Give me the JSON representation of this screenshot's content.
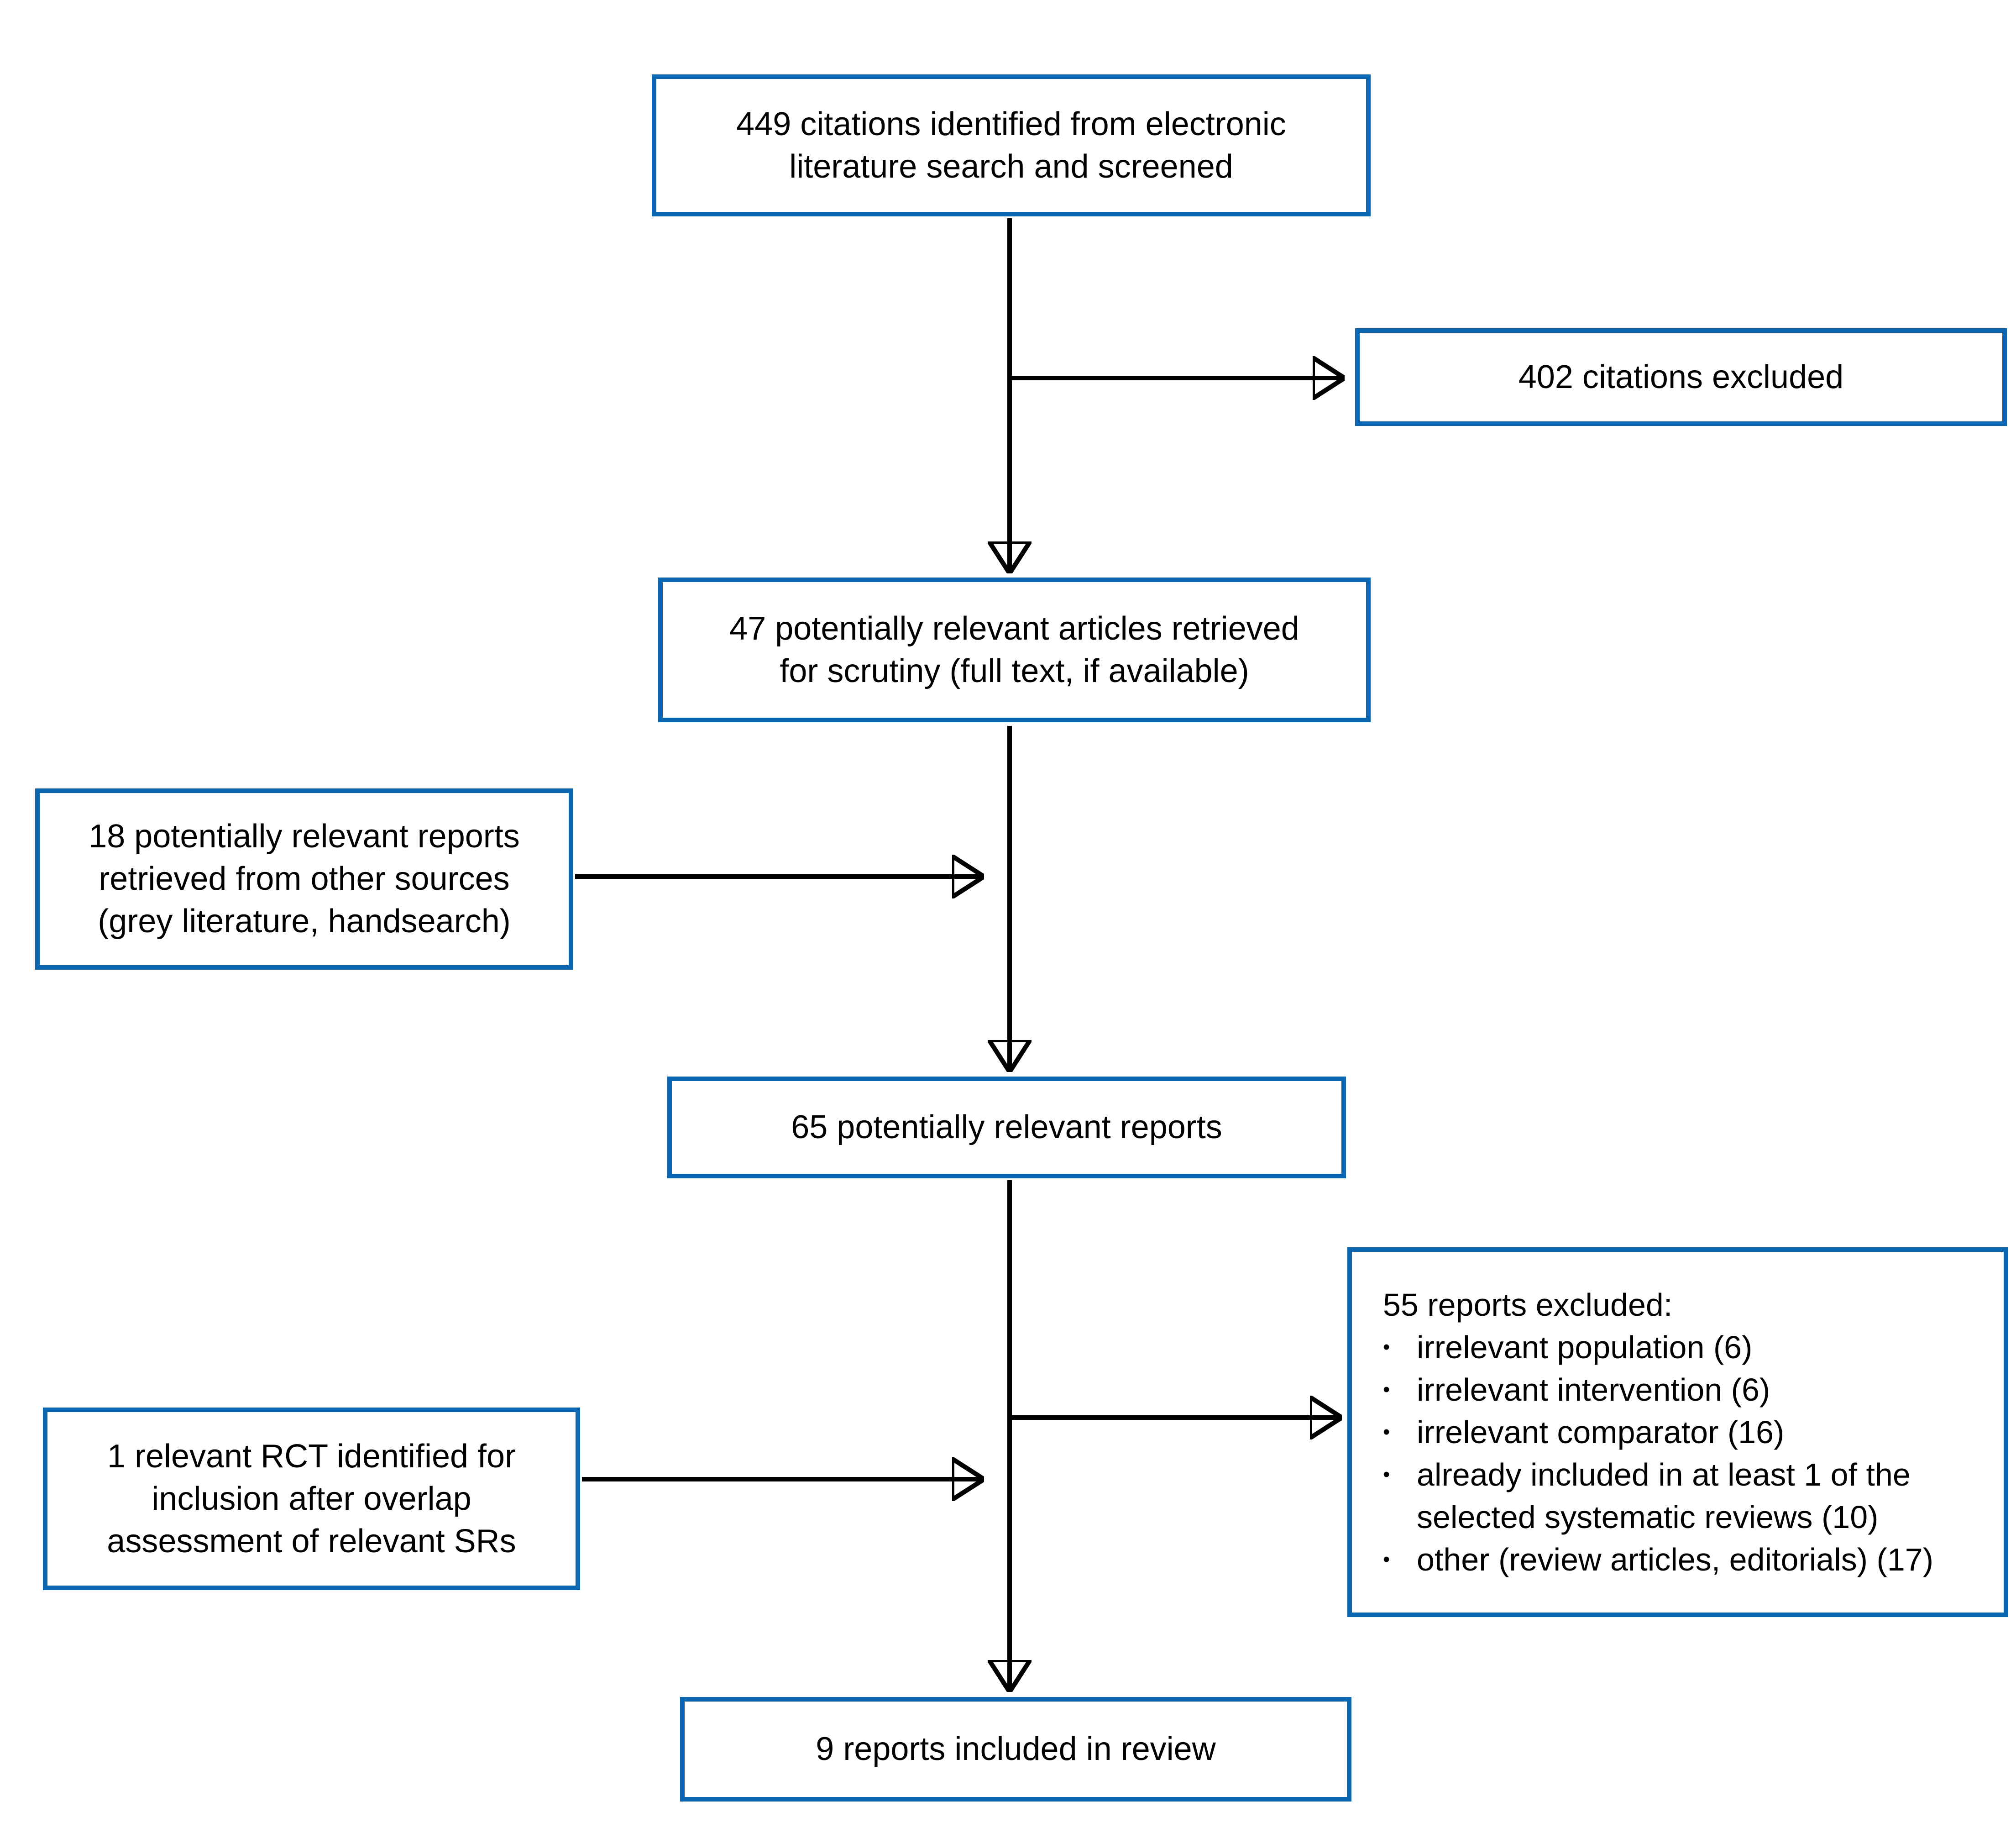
{
  "diagram": {
    "background_color": "#ffffff",
    "box_border_color": "#0a66b0",
    "arrow_color": "#000000",
    "boxes": {
      "identified": {
        "label": "449 citations identified from electronic\nliterature search and screened"
      },
      "excluded_citations": {
        "label": "402 citations excluded"
      },
      "retrieved": {
        "label": "47 potentially relevant articles retrieved\nfor scrutiny (full text, if available)"
      },
      "other_sources": {
        "label": "18 potentially relevant reports\nretrieved from other sources\n(grey literature, handsearch)"
      },
      "potentially_relevant": {
        "label": "65 potentially relevant reports"
      },
      "excluded_reports": {
        "title": "55 reports excluded:",
        "bullet_glyph": "•",
        "items": [
          "irrelevant population (6)",
          "irrelevant intervention (6)",
          "irrelevant comparator (16)",
          "already included in at least 1 of the selected systematic reviews (10)",
          "other (review articles, editorials) (17)"
        ]
      },
      "rct": {
        "label": "1 relevant RCT identified for\ninclusion after overlap\nassessment of relevant SRs"
      },
      "included": {
        "label": "9 reports included in review"
      }
    }
  }
}
